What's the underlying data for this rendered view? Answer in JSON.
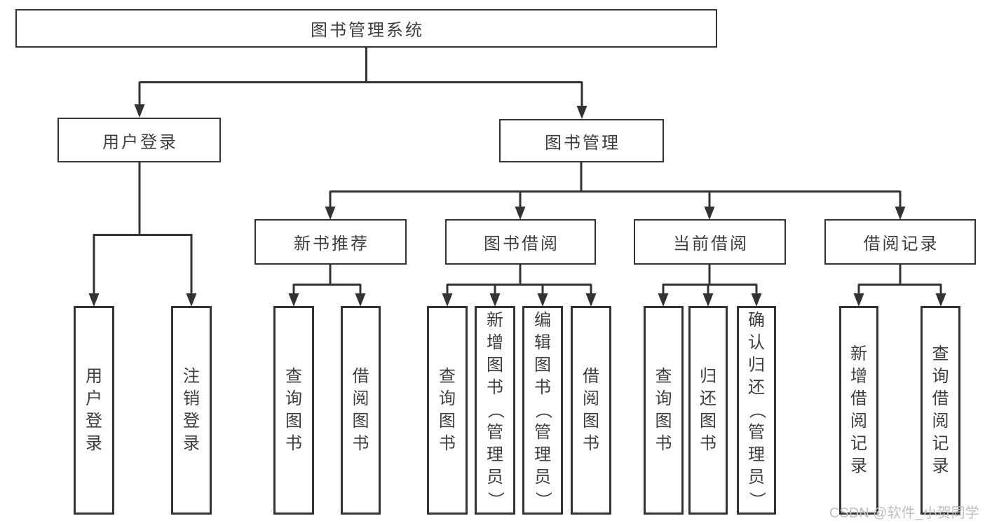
{
  "nodes": {
    "root": {
      "label": "图书管理系统"
    },
    "user_login": {
      "label": "用户登录"
    },
    "book_mgmt": {
      "label": "图书管理"
    },
    "new_book_rec": {
      "label": "新书推荐"
    },
    "book_borrow": {
      "label": "图书借阅"
    },
    "current_borrow": {
      "label": "当前借阅"
    },
    "borrow_record": {
      "label": "借阅记录"
    },
    "leaves": {
      "login_user": "用户登录",
      "login_logout": "注销登录",
      "rec_query": "查询图书",
      "rec_borrow": "借阅图书",
      "bor_query": "查询图书",
      "bor_add": "新增图书（管理员）",
      "bor_edit": "编辑图书（管理员）",
      "bor_borrow": "借阅图书",
      "cur_query": "查询图书",
      "cur_return": "归还图书",
      "cur_confirm": "确认归还（管理员）",
      "rc_add": "新增借阅记录",
      "rc_query": "查询借阅记录"
    }
  },
  "watermark": "CSDN @软件_小贺同学",
  "colors": {
    "line": "#333333",
    "text": "#3d3d3d",
    "watermark": "#bfbfbf",
    "background": "#ffffff"
  }
}
